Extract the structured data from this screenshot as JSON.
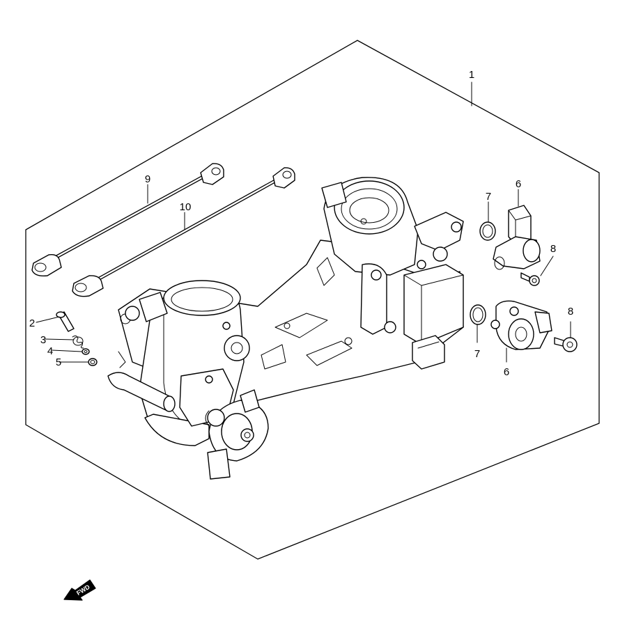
{
  "diagram": {
    "callouts": {
      "c1": "1",
      "c2": "2",
      "c3": "3",
      "c4": "4",
      "c5": "5",
      "c6a": "6",
      "c6b": "6",
      "c7a": "7",
      "c7b": "7",
      "c8a": "8",
      "c8b": "8",
      "c9": "9",
      "c10": "10"
    },
    "forward_arrow": {
      "label": "FWD",
      "icon": "forward-arrow-icon"
    },
    "line_color": "#000000",
    "background": "#ffffff"
  }
}
